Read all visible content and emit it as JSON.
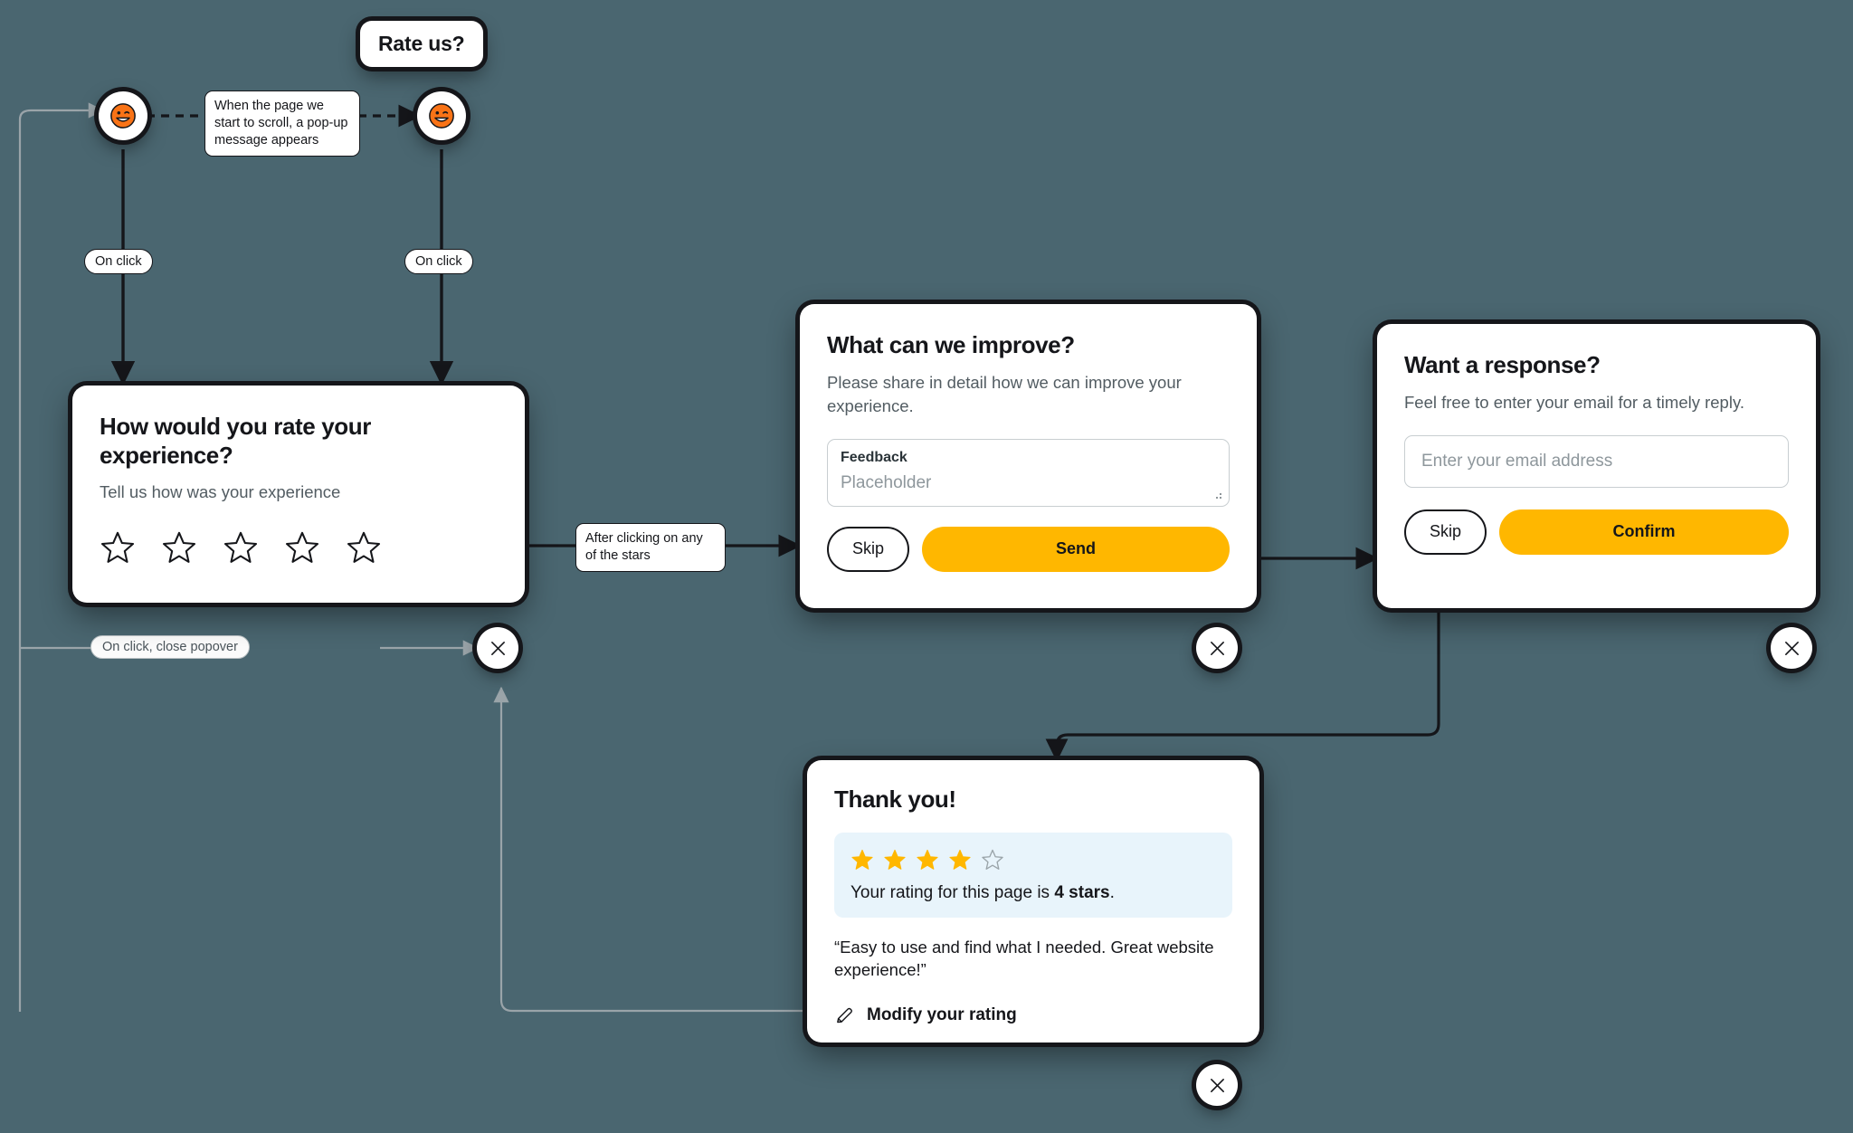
{
  "canvas": {
    "background_color": "#4a6670",
    "accent_color": "#FFB700",
    "outline_color": "#15161a"
  },
  "triggers": {
    "left_emoji": {
      "icon": "winking-smiley-emoji",
      "glyph": "😉"
    },
    "right_emoji": {
      "icon": "winking-smiley-emoji",
      "glyph": "😉"
    },
    "rate_bubble_label": "Rate us?"
  },
  "annotations": {
    "scroll_note": "When the page we start to scroll, a pop-up message appears",
    "on_click_left": "On click",
    "on_click_right": "On click",
    "after_clicking_stars": "After clicking on any of the stars",
    "close_popover": "On click, close popover"
  },
  "cards": {
    "rate_experience": {
      "title": "How would you rate your experience?",
      "subtitle": "Tell us how was your experience",
      "stars_total": 5,
      "stars_filled": 0
    },
    "improve": {
      "title": "What can we improve?",
      "subtitle": "Please share in detail how we can improve your experience.",
      "field_label": "Feedback",
      "field_placeholder": "Placeholder",
      "skip_label": "Skip",
      "send_label": "Send"
    },
    "response": {
      "title": "Want a response?",
      "subtitle": "Feel free to enter your email for a timely reply.",
      "email_placeholder": "Enter your email address",
      "skip_label": "Skip",
      "confirm_label": "Confirm"
    },
    "thank_you": {
      "title": "Thank you!",
      "stars_total": 5,
      "stars_filled": 4,
      "rating_prefix": "Your rating for this page is ",
      "rating_value": "4 stars",
      "rating_suffix": ".",
      "quote": "“Easy to use and find what I needed. Great website experience!”",
      "modify_label": "Modify your rating",
      "modify_icon": "pencil-icon"
    }
  },
  "close_buttons": {
    "icon": "close-icon",
    "count": 4
  }
}
